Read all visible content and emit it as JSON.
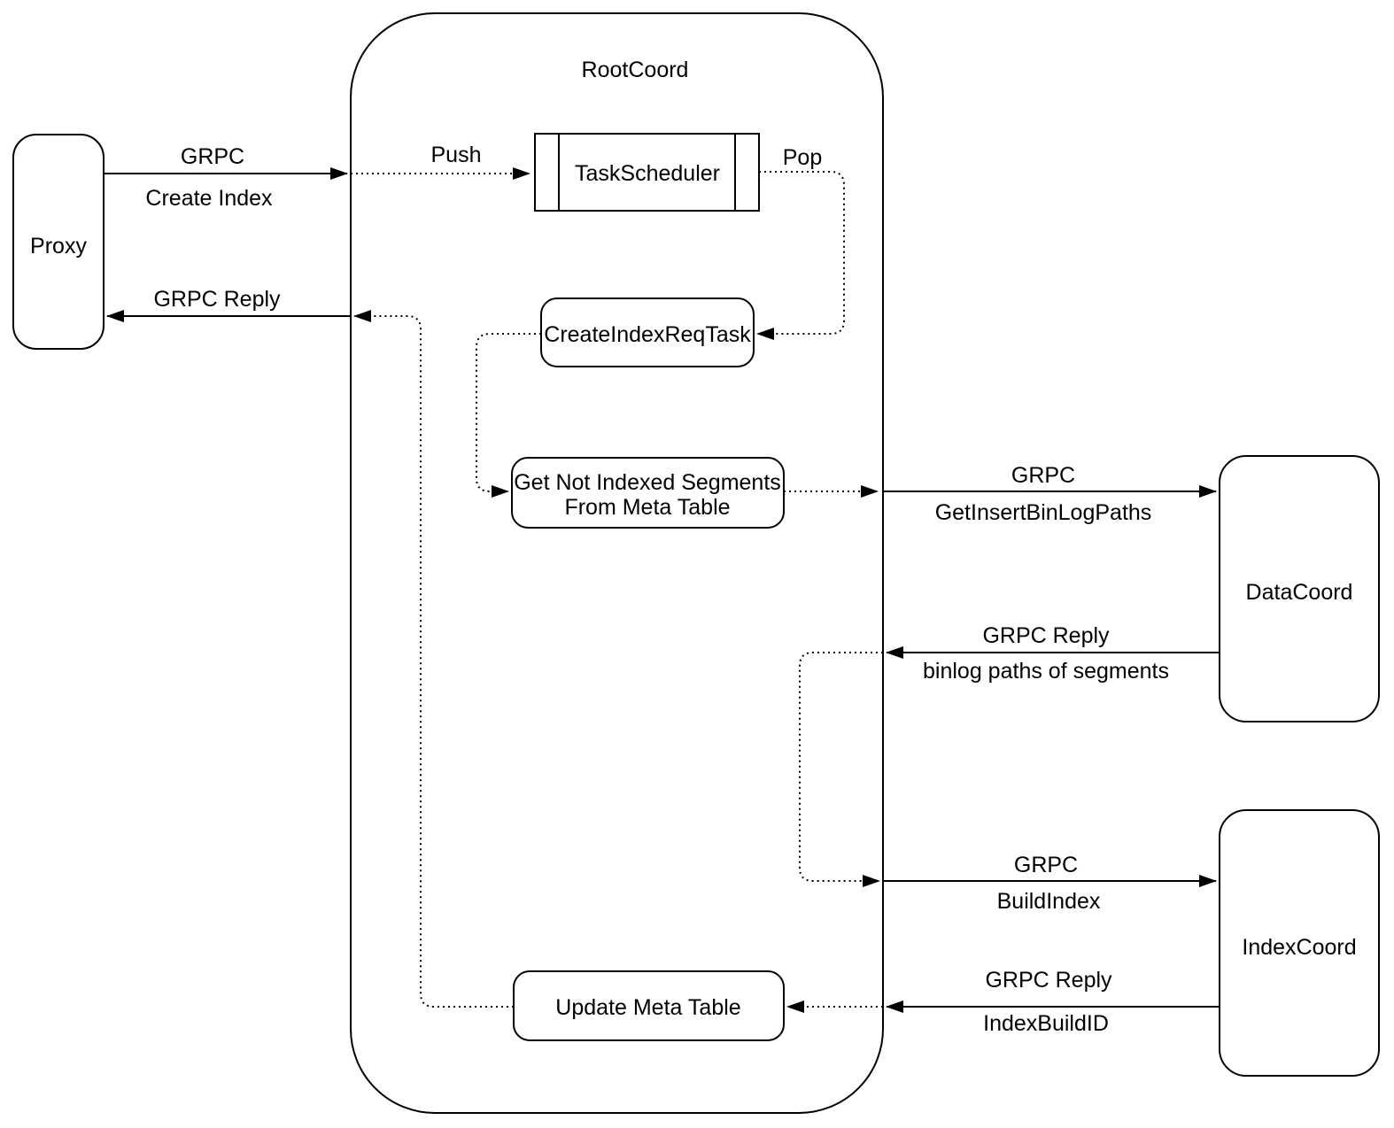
{
  "diagram": {
    "title": "RootCoord",
    "nodes": {
      "proxy": {
        "label": "Proxy"
      },
      "task_scheduler": {
        "label": "TaskScheduler"
      },
      "create_index_req_task": {
        "label": "CreateIndexReqTask"
      },
      "get_not_indexed_segments": {
        "label_line1": "Get Not Indexed Segments",
        "label_line2": "From Meta Table"
      },
      "update_meta_table": {
        "label": "Update Meta Table"
      },
      "data_coord": {
        "label": "DataCoord"
      },
      "index_coord": {
        "label": "IndexCoord"
      }
    },
    "edges": {
      "proxy_to_rootcoord": {
        "line1": "GRPC",
        "line2": "Create Index"
      },
      "rootcoord_to_proxy": {
        "line1": "GRPC Reply"
      },
      "push": {
        "label": "Push"
      },
      "pop": {
        "label": "Pop"
      },
      "rootcoord_to_datacoord": {
        "line1": "GRPC",
        "line2": "GetInsertBinLogPaths"
      },
      "datacoord_to_rootcoord": {
        "line1": "GRPC Reply",
        "line2": "binlog paths of segments"
      },
      "rootcoord_to_indexcoord": {
        "line1": "GRPC",
        "line2": "BuildIndex"
      },
      "indexcoord_to_rootcoord": {
        "line1": "GRPC Reply",
        "line2": "IndexBuildID"
      }
    },
    "colors": {
      "stroke": "#000000",
      "background": "#ffffff",
      "text": "#000000"
    }
  }
}
